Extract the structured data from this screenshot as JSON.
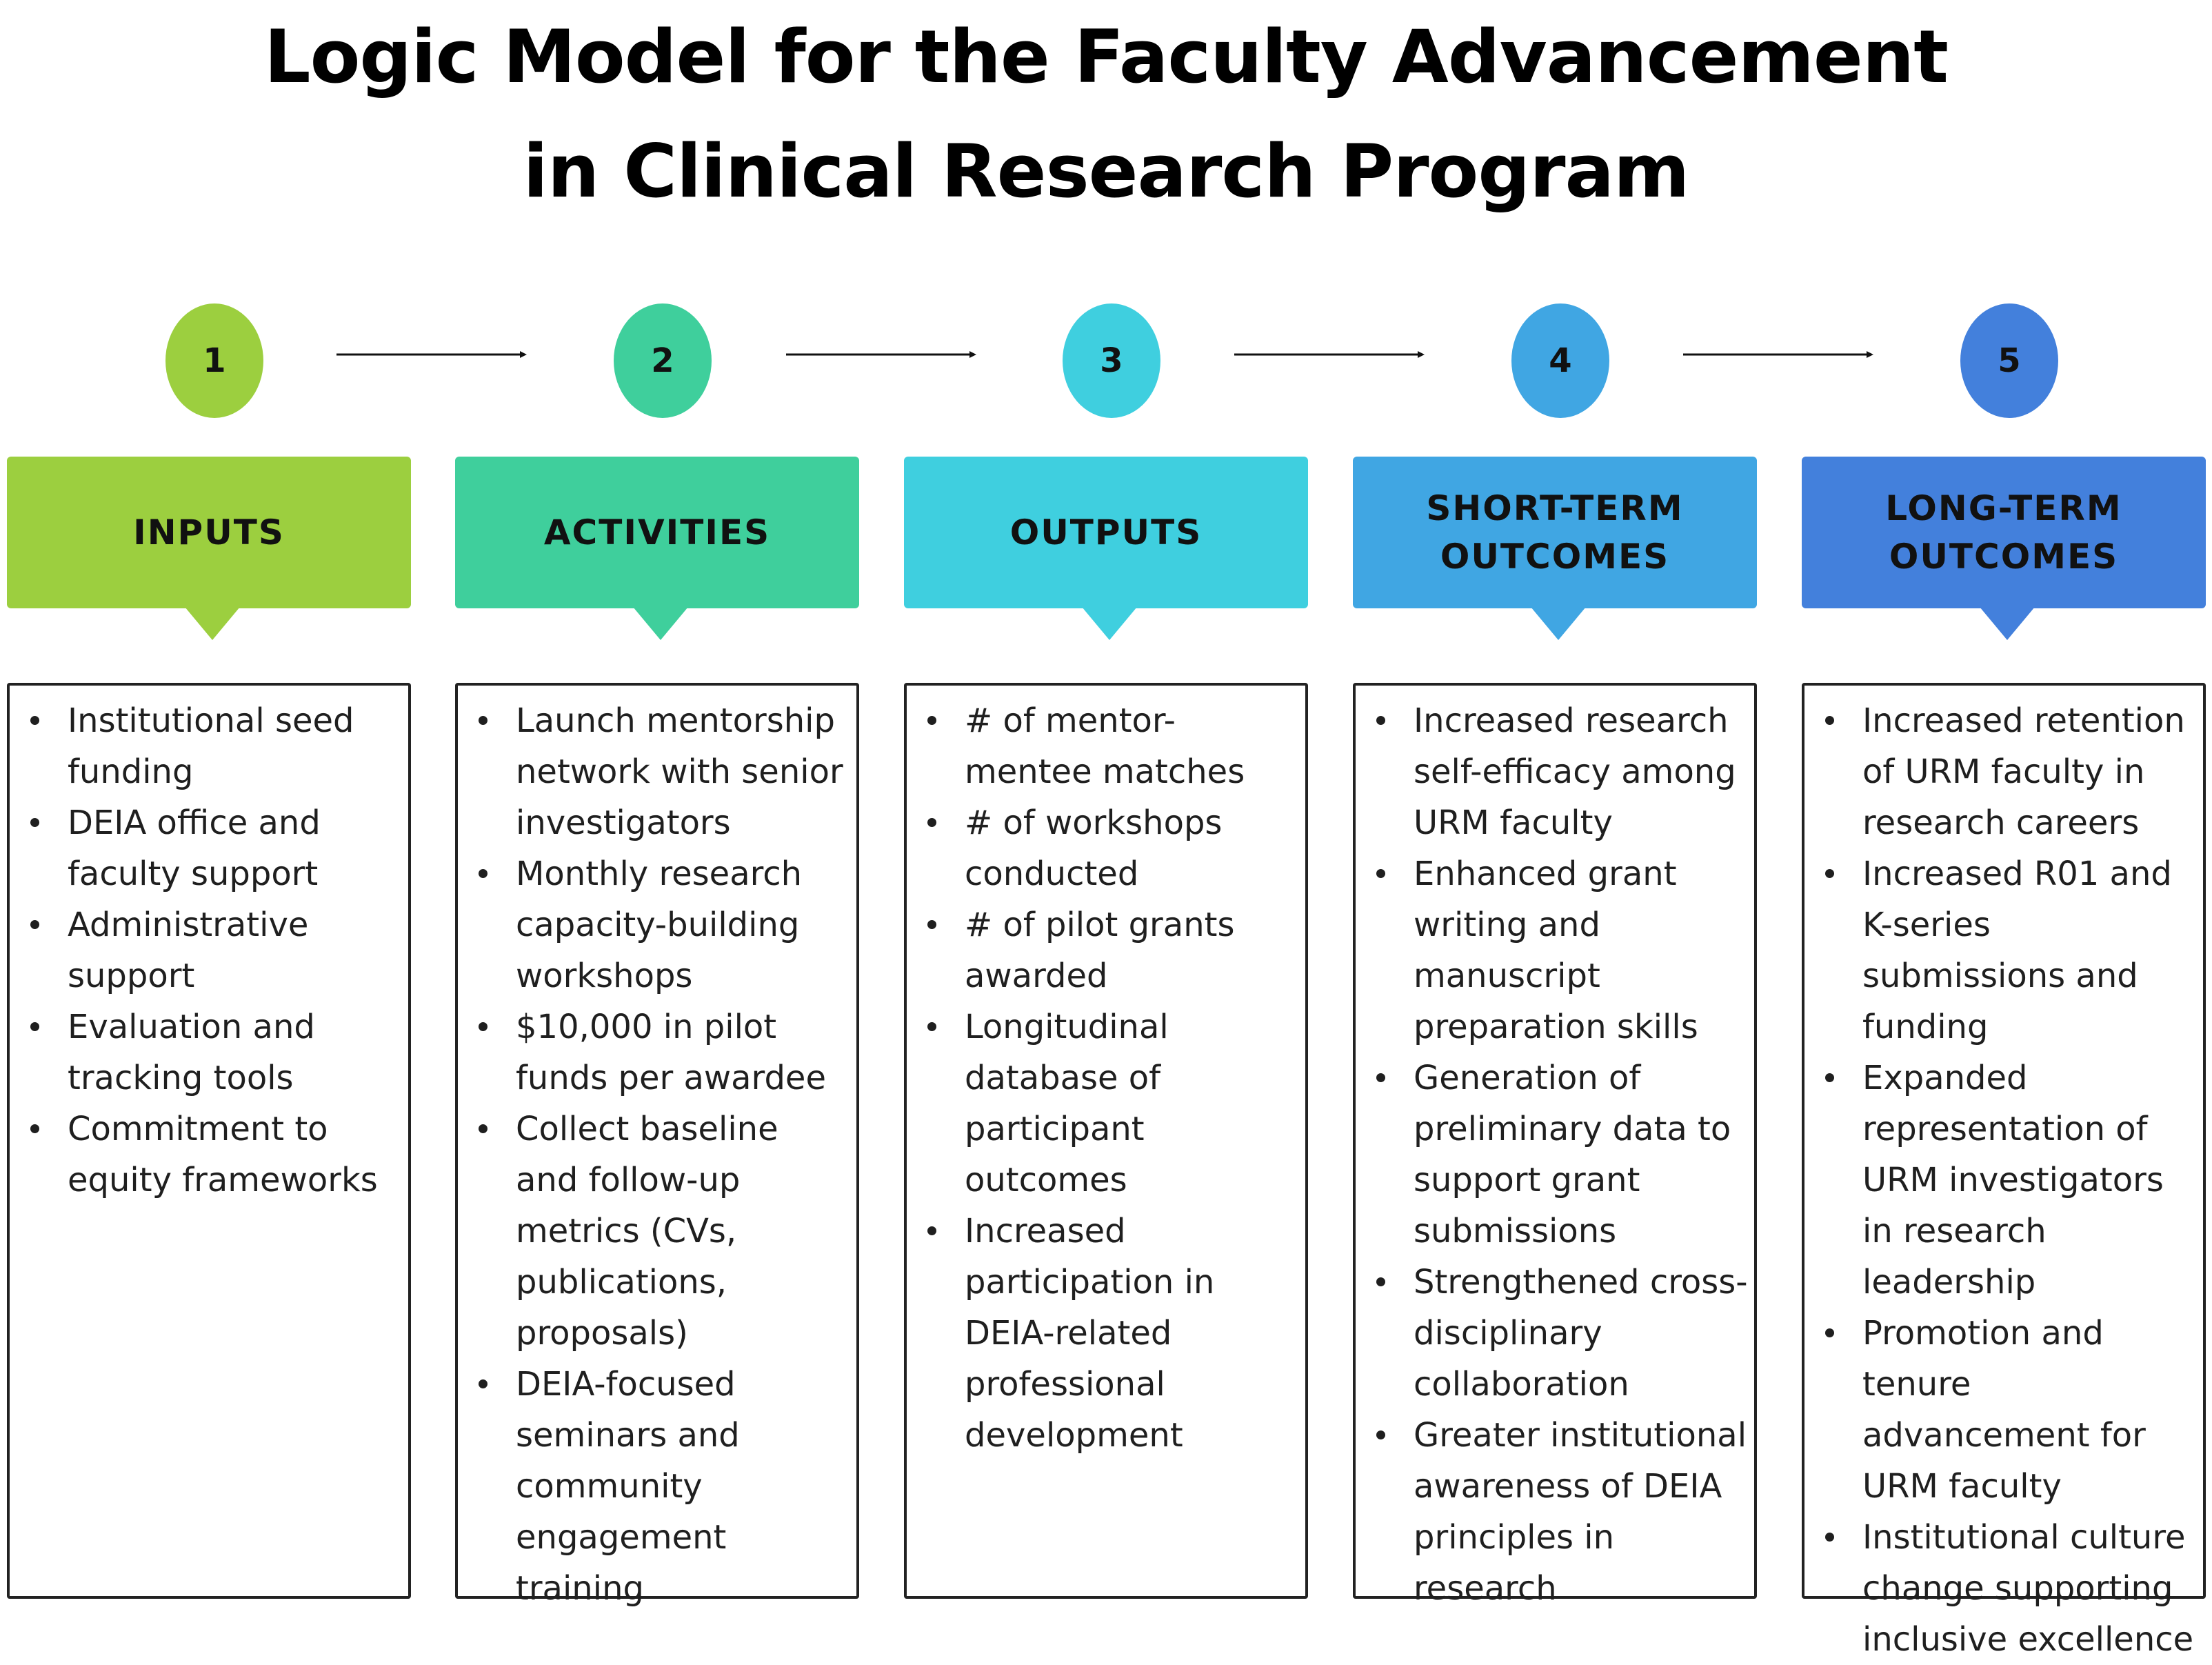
{
  "title": {
    "line1": "Logic Model for the Faculty Advancement",
    "line2": "in Clinical Research Program"
  },
  "columns": [
    {
      "number": "1",
      "header": "INPUTS",
      "color": "#9ccf3f",
      "items": [
        "Institutional seed funding",
        "DEIA office and faculty support",
        "Administrative support",
        "Evaluation and tracking tools",
        "Commitment to equity frameworks"
      ]
    },
    {
      "number": "2",
      "header": "ACTIVITIES",
      "color": "#3fcf9c",
      "items": [
        "Launch mentorship network with senior investigators",
        "Monthly research capacity-building workshops",
        "$10,000 in pilot funds per awardee",
        "Collect baseline and follow-up metrics (CVs, publications, proposals)",
        "DEIA-focused seminars and community engagement training"
      ]
    },
    {
      "number": "3",
      "header": "OUTPUTS",
      "color": "#3fcfdf",
      "items": [
        "# of mentor-mentee matches",
        "# of workshops conducted",
        "# of pilot grants awarded",
        "Longitudinal database of participant outcomes",
        "Increased participation in DEIA-related professional development"
      ]
    },
    {
      "number": "4",
      "header": "SHORT-TERM\nOUTCOMES",
      "color": "#40a6e3",
      "items": [
        "Increased research self-efficacy among URM faculty",
        "Enhanced grant writing and manuscript preparation skills",
        "Generation of preliminary data to support grant submissions",
        "Strengthened cross-disciplinary collaboration",
        "Greater institutional awareness of DEIA principles in research"
      ]
    },
    {
      "number": "5",
      "header": "LONG-TERM\nOUTCOMES",
      "color": "#4380dc",
      "items": [
        "Increased retention of URM faculty in research careers",
        "Increased R01 and K-series submissions and funding",
        "Expanded representation of URM investigators in research leadership",
        "Promotion and tenure advancement for URM faculty",
        "Institutional culture change supporting inclusive excellence"
      ]
    }
  ]
}
